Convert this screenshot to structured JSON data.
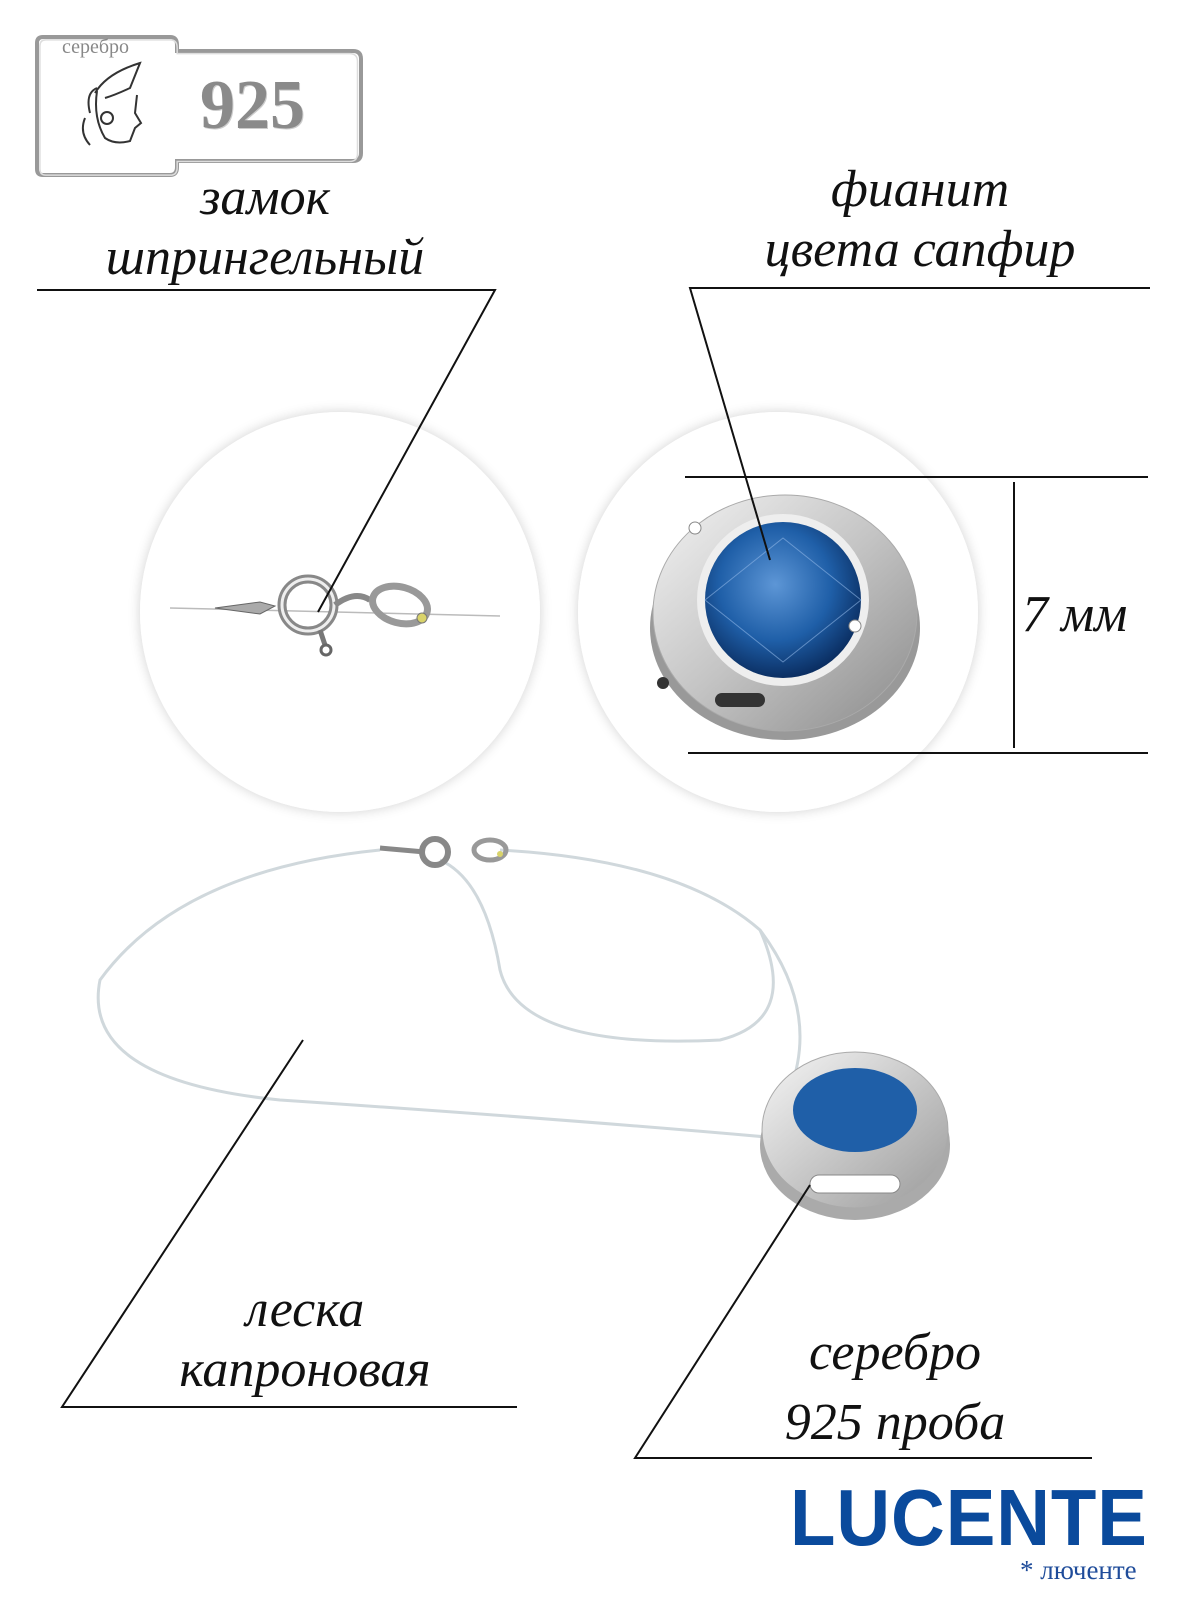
{
  "hallmark": {
    "label": "серебро",
    "number": "925"
  },
  "callouts": {
    "clasp": {
      "line1": "замок",
      "line2": "шпрингельный"
    },
    "stone": {
      "line1": "фианит",
      "line2": "цвета сапфир"
    },
    "size": {
      "value": "7 мм"
    },
    "cord": {
      "line1": "леска",
      "line2": "капроновая"
    },
    "metal": {
      "line1": "серебро",
      "line2": "925 проба"
    }
  },
  "brand": {
    "name": "LUCENTE",
    "subtitle": "* люченте",
    "color": "#0a4a9c"
  },
  "colors": {
    "stone": "#1f5fa8",
    "silver": "#c8c8c8"
  }
}
